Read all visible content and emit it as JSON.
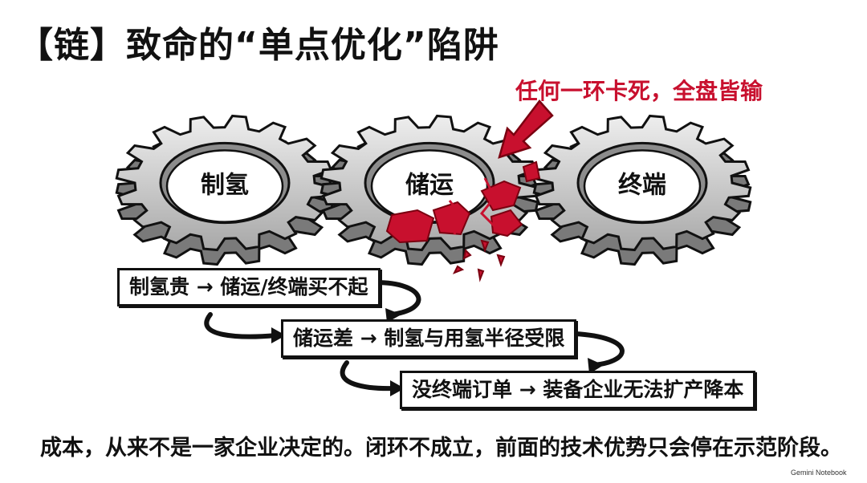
{
  "title": "【链】致命的“单点优化”陷阱",
  "annotation": "任何一环卡死，全盘皆输",
  "gears": [
    {
      "label": "制氢"
    },
    {
      "label": "储运"
    },
    {
      "label": "终端"
    }
  ],
  "chain_steps": [
    "制氢贵 → 储运/终端买不起",
    "储运差 → 制氢与用氢半径受限",
    "没终端订单 → 装备企业无法扩产降本"
  ],
  "conclusion": "成本，从来不是一家企业决定的。闭环不成立，前面的技术优势只会停在示范阶段。",
  "watermark": "Gemini Notebook",
  "colors": {
    "accent": "#c8102e",
    "ink": "#111111",
    "gear_fill": "#d9d9d9"
  }
}
